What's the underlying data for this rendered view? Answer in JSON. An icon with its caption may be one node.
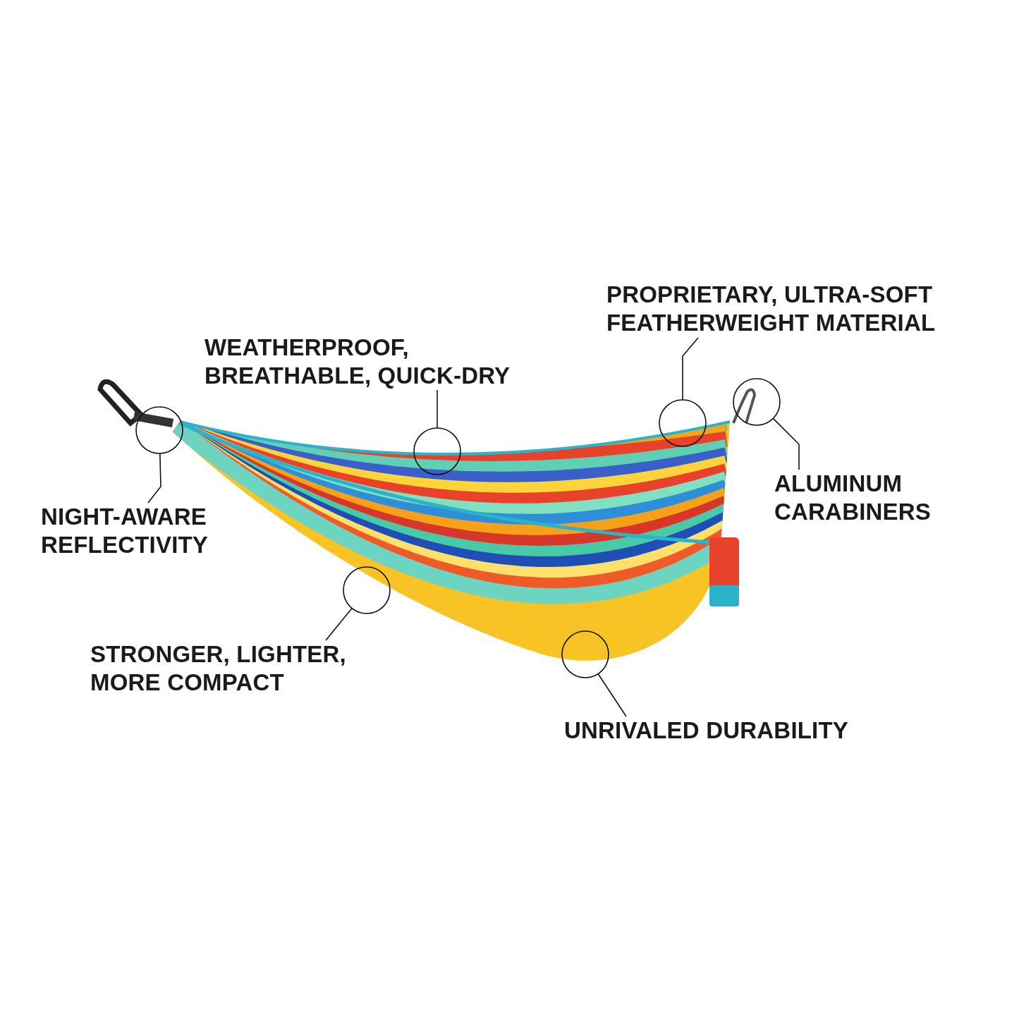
{
  "diagram": {
    "nodes": [
      {
        "text": [
          "PROPRIETARY, ULTRA-SOFT FEATHERWEIGHT MATERIAL"
        ]
      },
      {
        "text": [
          "WEATHERPROOF, BREATHABLE, QUICK-DRY"
        ]
      },
      {
        "text": [
          "ALUMINUM CARABINERS"
        ]
      },
      {
        "text": [
          "NIGHT-AWARE REFLECTIVITY"
        ]
      },
      {
        "text": [
          "STRONGER, LIGHTER, MORE COMPACT"
        ]
      },
      {
        "text": [
          "UNRIVALED DURABILITY"
        ]
      },
      {
        "text": [],
        "shape": "circle"
      },
      {
        "text": [],
        "shape": "circle"
      },
      {
        "text": [],
        "shape": "circle"
      },
      {
        "text": [],
        "shape": "circle"
      },
      {
        "text": [],
        "shape": "circle"
      },
      {
        "text": [],
        "shape": "circle"
      }
    ],
    "edges": [
      {
        "from": 0,
        "to": 10,
        "arrow": "none"
      },
      {
        "from": 1,
        "to": 8,
        "arrow": "none"
      },
      {
        "from": 2,
        "to": 11,
        "arrow": "none"
      },
      {
        "from": 3,
        "to": 6,
        "arrow": "none"
      },
      {
        "from": 4,
        "to": 7,
        "arrow": "none"
      },
      {
        "from": 5,
        "to": 9,
        "arrow": "none"
      }
    ]
  }
}
